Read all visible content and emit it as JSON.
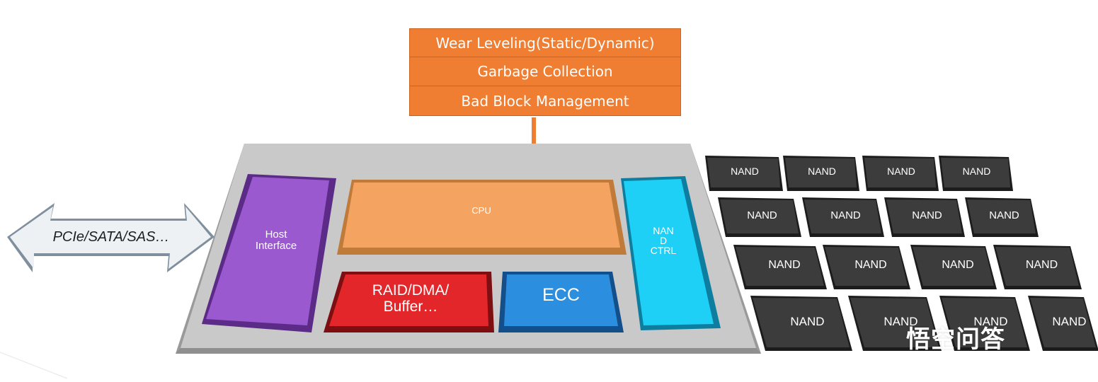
{
  "ftl_functions": [
    "Wear Leveling(Static/Dynamic)",
    "Garbage Collection",
    "Bad Block Management"
  ],
  "interface_arrow": "PCIe/SATA/SAS…",
  "controller": {
    "host_interface": "Host\nInterface",
    "cpu": "CPU",
    "raid_dma_buffer": "RAID/DMA/\nBuffer…",
    "ecc": "ECC",
    "nand_ctrl": "NAN\nD\nCTRL"
  },
  "nand_chip_label": "NAND",
  "nand_rows": [
    4,
    4,
    4,
    4
  ],
  "watermark": "悟空问答",
  "colors": {
    "ftl": "#ef7d32",
    "host_interface": "#9b59d0",
    "cpu": "#f4a460",
    "raid": "#e3262a",
    "ecc": "#2b8ede",
    "nand_ctrl": "#1ed0f5",
    "nand_chip": "#3c3c3c",
    "board": "#c8c8c8"
  }
}
